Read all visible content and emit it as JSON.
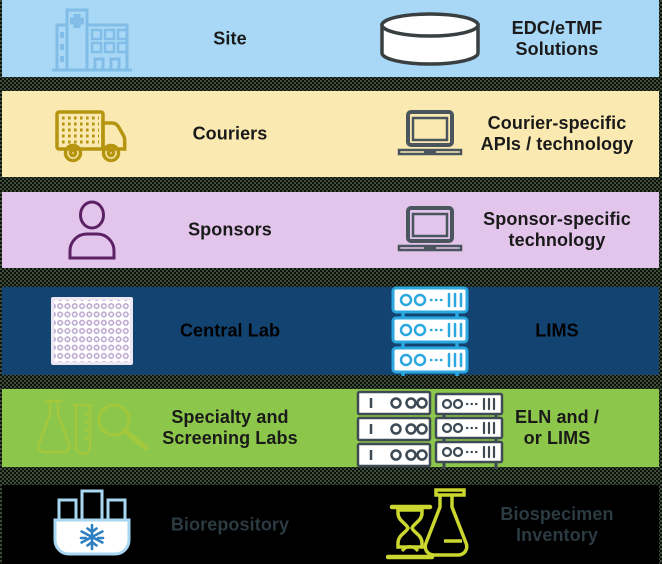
{
  "colors": {
    "noise-dark": "#0B100B",
    "noise-green": "#3E4D39",
    "hospital-blue": "#82BDE8",
    "cylinder-stroke": "#3A3F42",
    "truck-gold": "#B5950F",
    "laptop-slate": "#4A555E",
    "sponsor-purple": "#5B2162",
    "microplate-dot": "#BCA8CF",
    "lims-blue": "#2BA8E0",
    "server-dark": "#3E4A54",
    "lab-outline": "#A6C93C",
    "freezer-blue": "#A9D6F0",
    "snowflake-blue": "#2D7FC1",
    "biospecimen-yellow": "#CBD62E"
  },
  "diagram": {
    "rows": [
      {
        "name": "site",
        "band_color": "#A8D8F6",
        "text_color": "#1A1A1A",
        "left": {
          "icon": "hospital-icon",
          "label_lines": [
            "Site"
          ]
        },
        "right": {
          "icon": "database-cylinder-icon",
          "label_lines": [
            "EDC/eTMF",
            "Solutions"
          ]
        }
      },
      {
        "name": "couriers",
        "band_color": "#FBE9B2",
        "text_color": "#1A1A1A",
        "left": {
          "icon": "delivery-truck-icon",
          "label_lines": [
            "Couriers"
          ]
        },
        "right": {
          "icon": "laptop-icon",
          "label_lines": [
            "Courier-specific",
            "APIs / technology"
          ]
        }
      },
      {
        "name": "sponsors",
        "band_color": "#E3C5EC",
        "text_color": "#1A1A1A",
        "left": {
          "icon": "person-icon",
          "label_lines": [
            "Sponsors"
          ]
        },
        "right": {
          "icon": "laptop-icon",
          "label_lines": [
            "Sponsor-specific",
            "technology"
          ]
        }
      },
      {
        "name": "central-lab",
        "band_color": "#134370",
        "text_color": "#000000",
        "left": {
          "icon": "microplate-icon",
          "label_lines": [
            "Central Lab"
          ]
        },
        "right": {
          "icon": "server-rack-icon",
          "label_lines": [
            "LIMS"
          ]
        }
      },
      {
        "name": "specialty-screening-labs",
        "band_color": "#8CC64A",
        "text_color": "#1A1A1A",
        "left": {
          "icon": "lab-glassware-icon",
          "label_lines": [
            "Specialty and",
            "Screening Labs"
          ]
        },
        "right": {
          "icon": "dual-server-rack-icon",
          "label_lines": [
            "ELN and /",
            "or LIMS"
          ]
        }
      },
      {
        "name": "biorepository",
        "band_color": "#000000",
        "text_color": "#2C3A42",
        "left": {
          "icon": "freezer-snowflake-icon",
          "label_lines": [
            "Biorepository"
          ]
        },
        "right": {
          "icon": "flask-hourglass-icon",
          "label_lines": [
            "Biospecimen",
            "Inventory"
          ]
        }
      }
    ]
  }
}
